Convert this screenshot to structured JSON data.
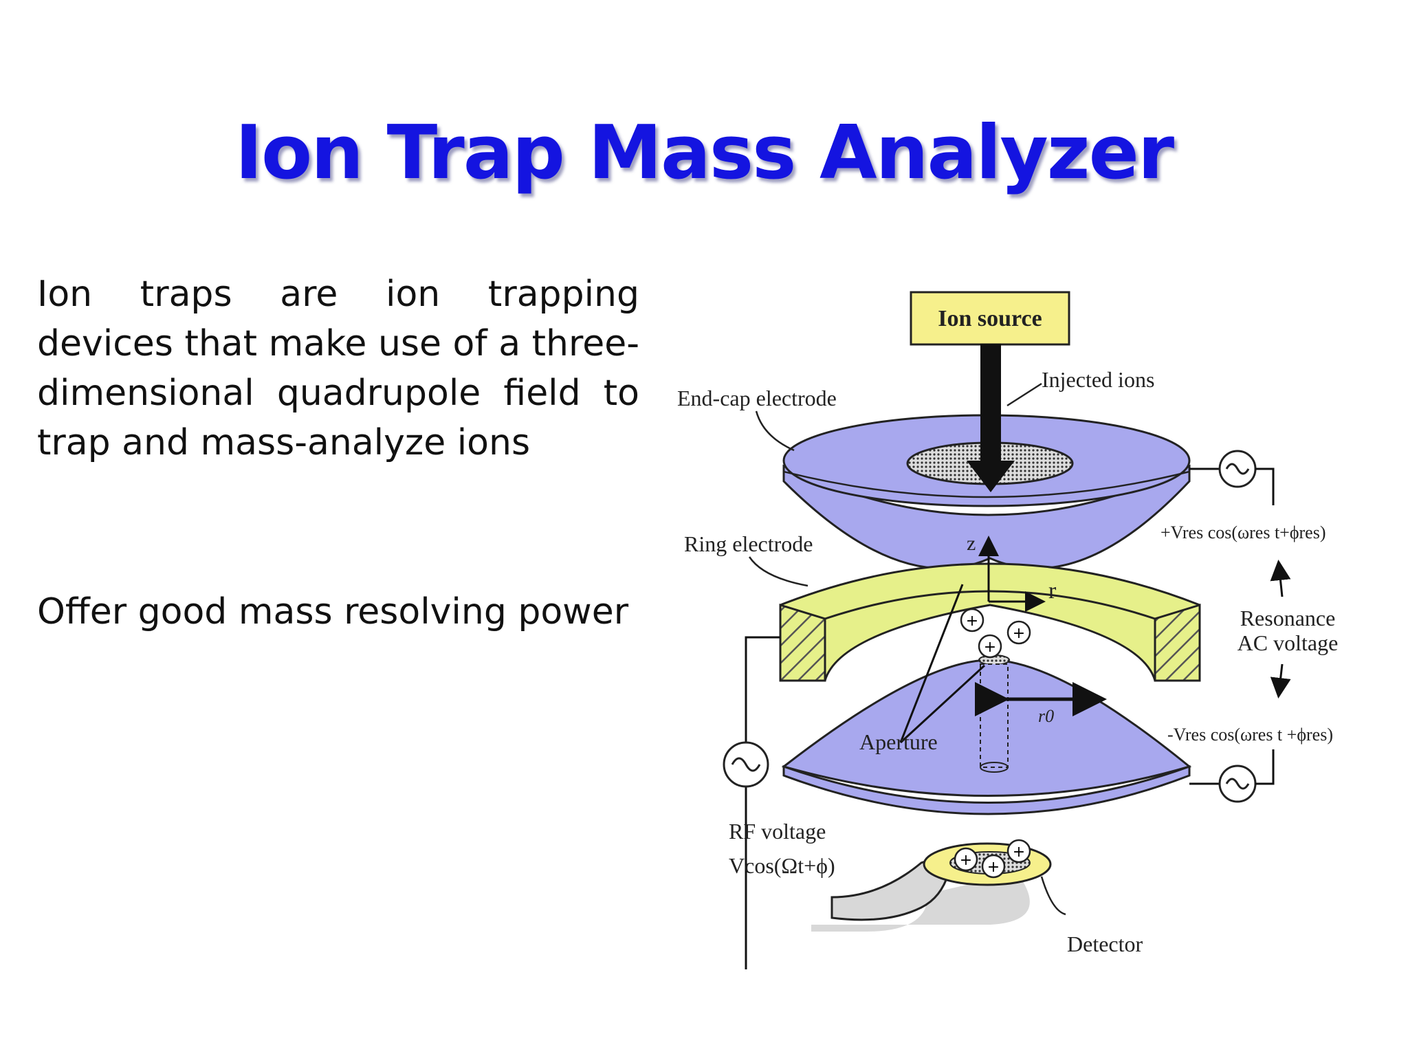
{
  "slide": {
    "title": "Ion Trap Mass Analyzer",
    "paragraphs": [
      "Ion traps are ion trapping devices that make use of a three-dimensional quadrupole field to trap and mass-analyze ions",
      "Offer good mass resolving power"
    ]
  },
  "diagram": {
    "labels": {
      "ion_source": "Ion source",
      "injected_ions": "Injected ions",
      "end_cap_electrode": "End-cap electrode",
      "ring_electrode": "Ring electrode",
      "aperture": "Aperture",
      "detector": "Detector",
      "rf_voltage": "RF voltage",
      "rf_formula": "Vcos(Ωt+ϕ)",
      "resonance_line1": "Resonance",
      "resonance_line2": "AC voltage",
      "top_voltage": "+Vres cos(ωres t+ϕres)",
      "bottom_voltage": "-Vres cos(ωres t +ϕres)",
      "axis_z": "z",
      "axis_r": "r",
      "radius_r0": "r0"
    },
    "colors": {
      "title_blue": "#1414e0",
      "electrode_lavender": "#a8a8ee",
      "ring_yellow": "#e6f08a",
      "ion_source_yellow": "#f6f08c"
    }
  }
}
